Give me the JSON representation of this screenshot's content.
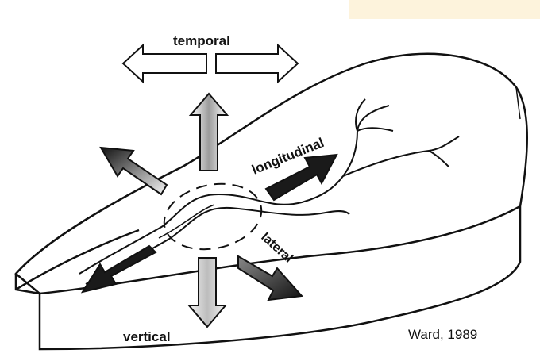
{
  "labels": {
    "temporal": "temporal",
    "longitudinal": "longitudinal",
    "lateral": "lateral",
    "vertical": "vertical"
  },
  "credit": "Ward, 1989",
  "colors": {
    "note_box": "#fdf3dc",
    "ink": "#111111",
    "arrow_dark": "#1a1a1a",
    "arrow_light": "#ffffff"
  }
}
